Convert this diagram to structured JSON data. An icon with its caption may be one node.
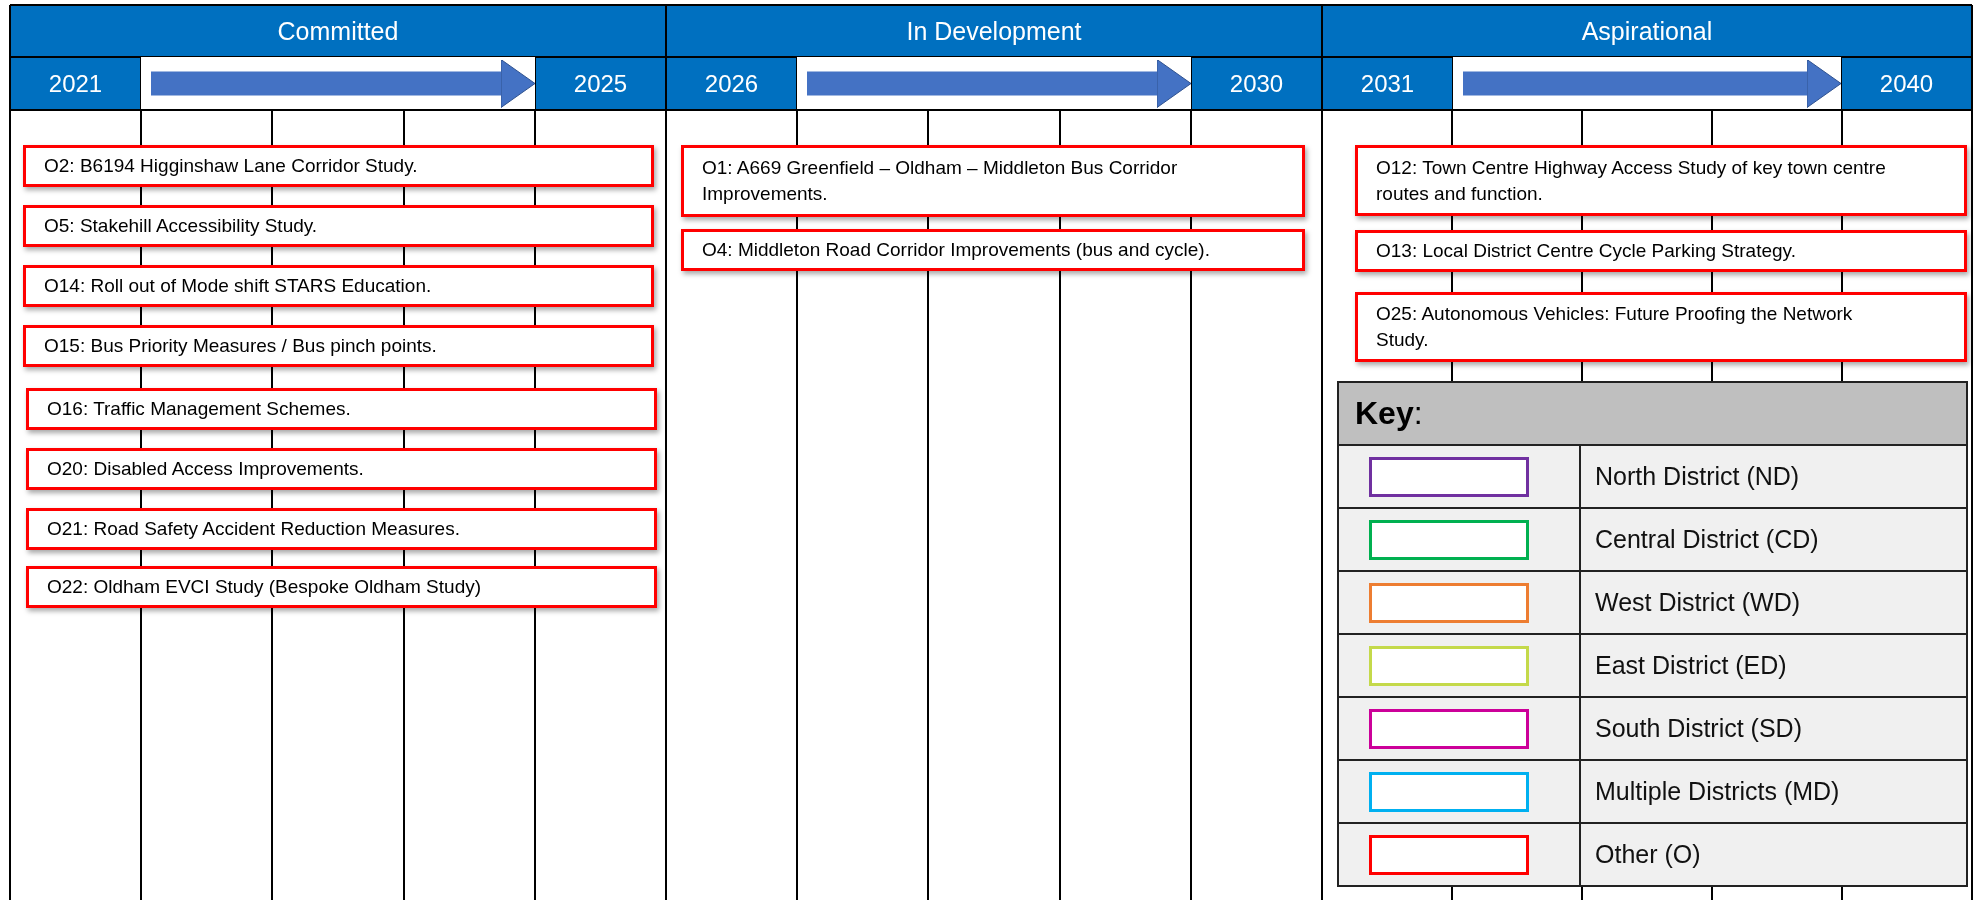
{
  "diagram": {
    "nodes": [
      {
        "text": [
          "Committed"
        ]
      },
      {
        "text": [
          "In Development"
        ]
      },
      {
        "text": [
          "Aspirational"
        ]
      },
      {
        "text": [
          "2021"
        ]
      },
      {
        "text": [
          "2025"
        ]
      },
      {
        "text": [
          "2026"
        ]
      },
      {
        "text": [
          "2030"
        ]
      },
      {
        "text": [
          "2031"
        ]
      },
      {
        "text": [
          "2040"
        ]
      },
      {
        "text": [
          "O2: B6194 Higginshaw Lane Corridor Study."
        ]
      },
      {
        "text": [
          "O5: Stakehill Accessibility Study."
        ]
      },
      {
        "text": [
          "O14: Roll out of Mode shift STARS Education."
        ]
      },
      {
        "text": [
          "O15: Bus Priority Measures / Bus pinch points."
        ]
      },
      {
        "text": [
          "O16: Traffic Management Schemes."
        ]
      },
      {
        "text": [
          "O20: Disabled Access Improvements."
        ]
      },
      {
        "text": [
          "O21: Road Safety Accident Reduction Measures."
        ]
      },
      {
        "text": [
          "O22: Oldham EVCI Study (Bespoke Oldham Study)"
        ]
      },
      {
        "text": [
          "O1: A669 Greenfield – Oldham – Middleton Bus Corridor Improvements."
        ]
      },
      {
        "text": [
          "O4: Middleton Road Corridor Improvements (bus and cycle)."
        ]
      },
      {
        "text": [
          "O12: Town Centre Highway Access Study of key town centre routes and function."
        ]
      },
      {
        "text": [
          "O13: Local District Centre Cycle Parking Strategy."
        ]
      },
      {
        "text": [
          "O25: Autonomous Vehicles: Future Proofing the Network Study."
        ]
      }
    ],
    "edges": [
      {
        "from": 3,
        "to": 4,
        "arrow": "to"
      },
      {
        "from": 5,
        "to": 6,
        "arrow": "to"
      },
      {
        "from": 7,
        "to": 8,
        "arrow": "to"
      }
    ],
    "labels": [
      "**Key**:"
    ],
    "legend": [
      {
        "text": "North District (ND)",
        "color": "#7030a0"
      },
      {
        "text": "Central District (CD)",
        "color": "#00b050"
      },
      {
        "text": "West District (WD)",
        "color": "#ed7d31"
      },
      {
        "text": "East District (ED)",
        "color": "#c4d94a"
      },
      {
        "text": "South District (SD)",
        "color": "#cc0099"
      },
      {
        "text": "Multiple Districts (MD)",
        "color": "#00b0f0"
      },
      {
        "text": "Other (O)",
        "color": "#ff0000"
      }
    ]
  }
}
